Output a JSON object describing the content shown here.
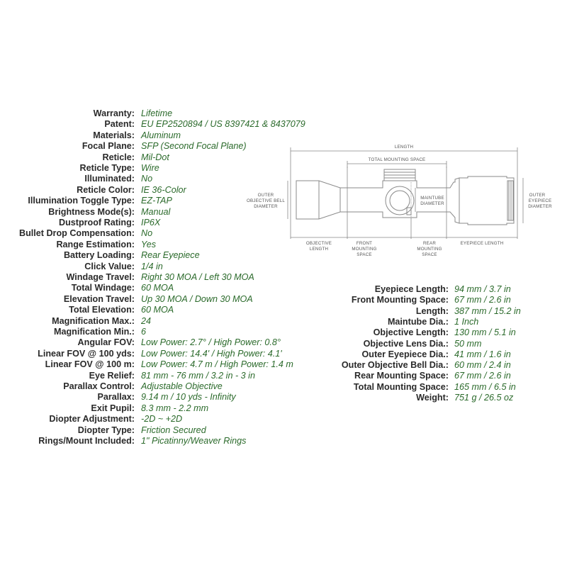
{
  "left_specs": [
    {
      "label": "Warranty:",
      "value": "Lifetime"
    },
    {
      "label": "Patent:",
      "value": "EU EP2520894 / US 8397421 & 8437079"
    },
    {
      "label": "Materials:",
      "value": "Aluminum"
    },
    {
      "label": "Focal Plane:",
      "value": "SFP (Second Focal Plane)"
    },
    {
      "label": "Reticle:",
      "value": "Mil-Dot"
    },
    {
      "label": "Reticle Type:",
      "value": "Wire"
    },
    {
      "label": "Illuminated:",
      "value": "No"
    },
    {
      "label": "Reticle Color:",
      "value": "IE 36-Color"
    },
    {
      "label": "Illumination Toggle Type:",
      "value": "EZ-TAP"
    },
    {
      "label": "Brightness Mode(s):",
      "value": "Manual"
    },
    {
      "label": "Dustproof Rating:",
      "value": "IP6X"
    },
    {
      "label": "Bullet Drop Compensation:",
      "value": "No"
    },
    {
      "label": "Range Estimation:",
      "value": "Yes"
    },
    {
      "label": "Battery Loading:",
      "value": "Rear Eyepiece"
    },
    {
      "label": "Click Value:",
      "value": "1/4 in"
    },
    {
      "label": "Windage Travel:",
      "value": "Right 30 MOA / Left 30 MOA"
    },
    {
      "label": "Total Windage:",
      "value": "60 MOA"
    },
    {
      "label": "Elevation Travel:",
      "value": "Up 30 MOA / Down 30 MOA"
    },
    {
      "label": "Total Elevation:",
      "value": "60 MOA"
    },
    {
      "label": "Magnification Max.:",
      "value": "24"
    },
    {
      "label": "Magnification Min.:",
      "value": "6"
    },
    {
      "label": "Angular FOV:",
      "value": "Low Power: 2.7° / High Power: 0.8°"
    },
    {
      "label": "Linear FOV @ 100 yds:",
      "value": "Low Power: 14.4' / High Power: 4.1'"
    },
    {
      "label": "Linear FOV @ 100 m:",
      "value": "Low Power: 4.7 m / High Power: 1.4 m"
    },
    {
      "label": "Eye Relief:",
      "value": "81 mm - 76 mm / 3.2 in - 3 in"
    },
    {
      "label": "Parallax Control:",
      "value": "Adjustable Objective"
    },
    {
      "label": "Parallax:",
      "value": "9.14 m / 10 yds - Infinity"
    },
    {
      "label": "Exit Pupil:",
      "value": "8.3 mm - 2.2 mm"
    },
    {
      "label": "Diopter Adjustment:",
      "value": "-2D ~ +2D"
    },
    {
      "label": "Diopter Type:",
      "value": "Friction Secured"
    },
    {
      "label": "Rings/Mount Included:",
      "value": "1\" Picatinny/Weaver Rings"
    }
  ],
  "right_specs": [
    {
      "label": "Eyepiece Length:",
      "value": "94 mm / 3.7 in"
    },
    {
      "label": "Front Mounting Space:",
      "value": "67 mm / 2.6 in"
    },
    {
      "label": "Length:",
      "value": "387 mm / 15.2 in"
    },
    {
      "label": "Maintube Dia.:",
      "value": "1 Inch"
    },
    {
      "label": "Objective Length:",
      "value": "130 mm / 5.1 in"
    },
    {
      "label": "Objective Lens Dia.:",
      "value": "50 mm"
    },
    {
      "label": "Outer Eyepiece Dia.:",
      "value": "41 mm / 1.6 in"
    },
    {
      "label": "Outer Objective Bell Dia.:",
      "value": "60 mm / 2.4 in"
    },
    {
      "label": "Rear Mounting Space:",
      "value": "67 mm / 2.6 in"
    },
    {
      "label": "Total Mounting Space:",
      "value": "165 mm / 6.5 in"
    },
    {
      "label": "Weight:",
      "value": "751 g / 26.5 oz"
    }
  ],
  "diagram": {
    "length": "LENGTH",
    "total_mounting_space": "TOTAL MOUNTING SPACE",
    "outer_objective_bell_l1": "OUTER",
    "outer_objective_bell_l2": "OBJECTIVE BELL",
    "outer_objective_bell_l3": "DIAMETER",
    "outer_eyepiece_l1": "OUTER",
    "outer_eyepiece_l2": "EYEPIECE",
    "outer_eyepiece_l3": "DIAMETER",
    "maintube_l1": "MAINTUBE",
    "maintube_l2": "DIAMETER",
    "objective_length_l1": "OBJECTIVE",
    "objective_length_l2": "LENGTH",
    "front_mounting_l1": "FRONT",
    "front_mounting_l2": "MOUNTING",
    "front_mounting_l3": "SPACE",
    "rear_mounting_l1": "REAR",
    "rear_mounting_l2": "MOUNTING",
    "rear_mounting_l3": "SPACE",
    "eyepiece_length": "EYEPIECE LENGTH"
  },
  "colors": {
    "label": "#2a2a2a",
    "value": "#2b6a2b",
    "diagram_line": "#888888"
  }
}
